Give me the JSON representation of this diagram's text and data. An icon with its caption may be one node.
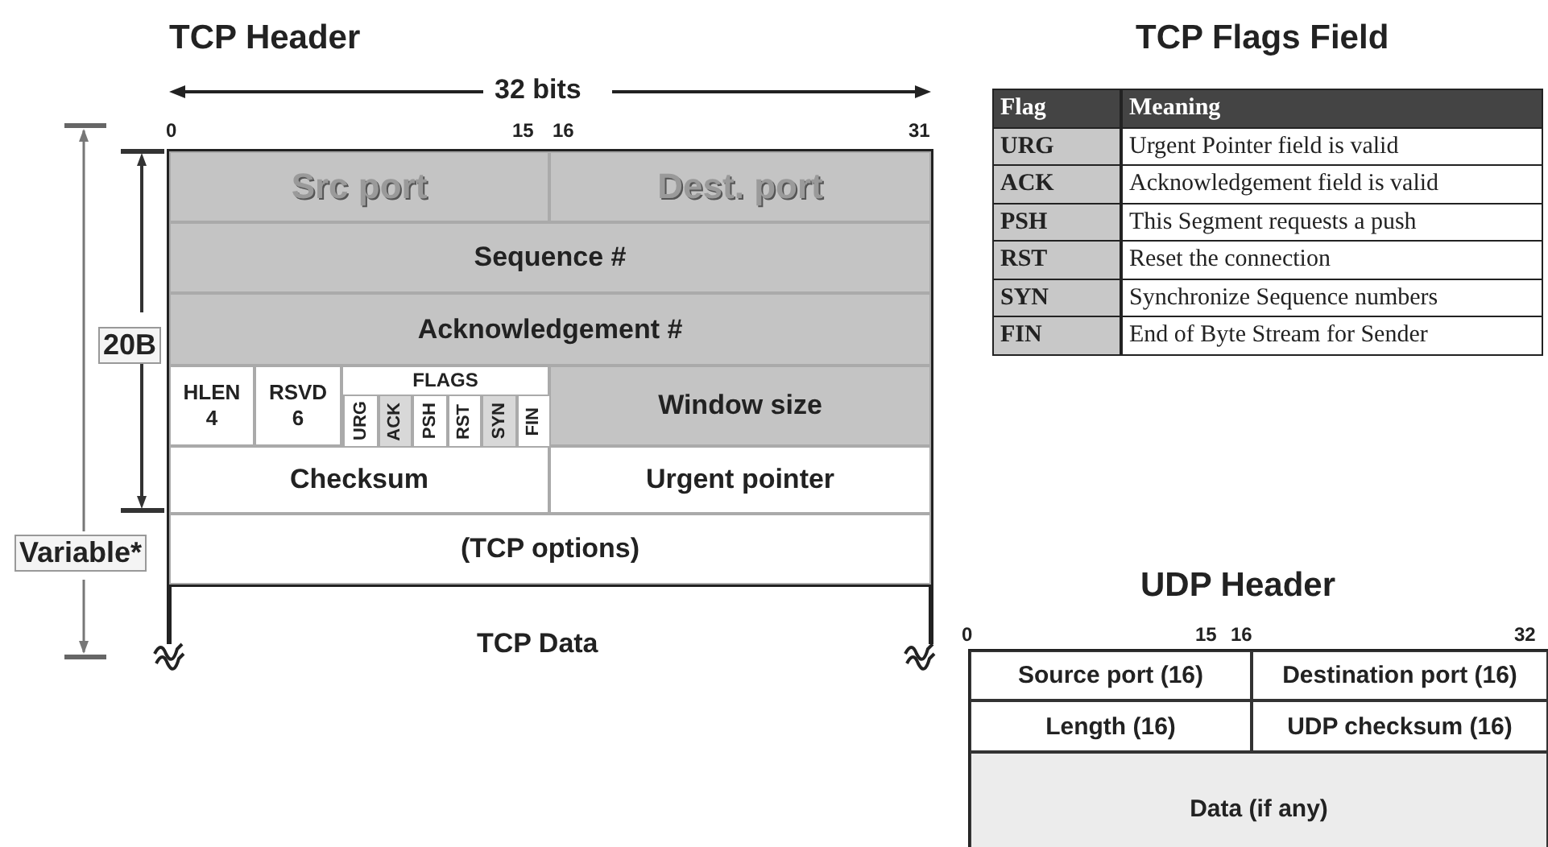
{
  "diagram": {
    "nodes": [
      {
        "text": [
          "Src port"
        ]
      },
      {
        "text": [
          "Dest. port"
        ]
      },
      {
        "text": [
          "Sequence #"
        ]
      },
      {
        "text": [
          "Acknowledgement #"
        ]
      },
      {
        "text": [
          "HLEN 4"
        ]
      },
      {
        "text": [
          "RSVD 6"
        ]
      },
      {
        "text": [
          "FLAGS"
        ]
      },
      {
        "text": [
          "URG"
        ],
        "in": 6
      },
      {
        "text": [
          "ACK"
        ],
        "in": 6
      },
      {
        "text": [
          "PSH"
        ],
        "in": 6
      },
      {
        "text": [
          "RST"
        ],
        "in": 6
      },
      {
        "text": [
          "SYN"
        ],
        "in": 6
      },
      {
        "text": [
          "FIN"
        ],
        "in": 6
      },
      {
        "text": [
          "Window size"
        ]
      },
      {
        "text": [
          "Checksum"
        ]
      },
      {
        "text": [
          "Urgent pointer"
        ]
      },
      {
        "text": [
          "(TCP options)"
        ]
      },
      {
        "text": [
          "Source port (16)"
        ]
      },
      {
        "text": [
          "Destination port (16)"
        ]
      },
      {
        "text": [
          "Length (16)"
        ]
      },
      {
        "text": [
          "UDP checksum (16)"
        ]
      },
      {
        "text": [
          "Data (if any)"
        ]
      }
    ],
    "labels": [
      "TCP Header",
      "32 bits",
      "0",
      "15",
      "16",
      "31",
      "20B",
      "Variable*",
      "TCP Data",
      "TCP Flags Field",
      "Flag",
      "Meaning",
      "URG",
      "Urgent Pointer field is valid",
      "ACK",
      "Acknowledgement field is valid",
      "PSH",
      "This Segment requests a push",
      "RST",
      "Reset the connection",
      "SYN",
      "Synchronize Sequence numbers",
      "FIN",
      "End of Byte Stream for Sender",
      "UDP Header",
      "0",
      "15",
      "16",
      "32"
    ]
  }
}
